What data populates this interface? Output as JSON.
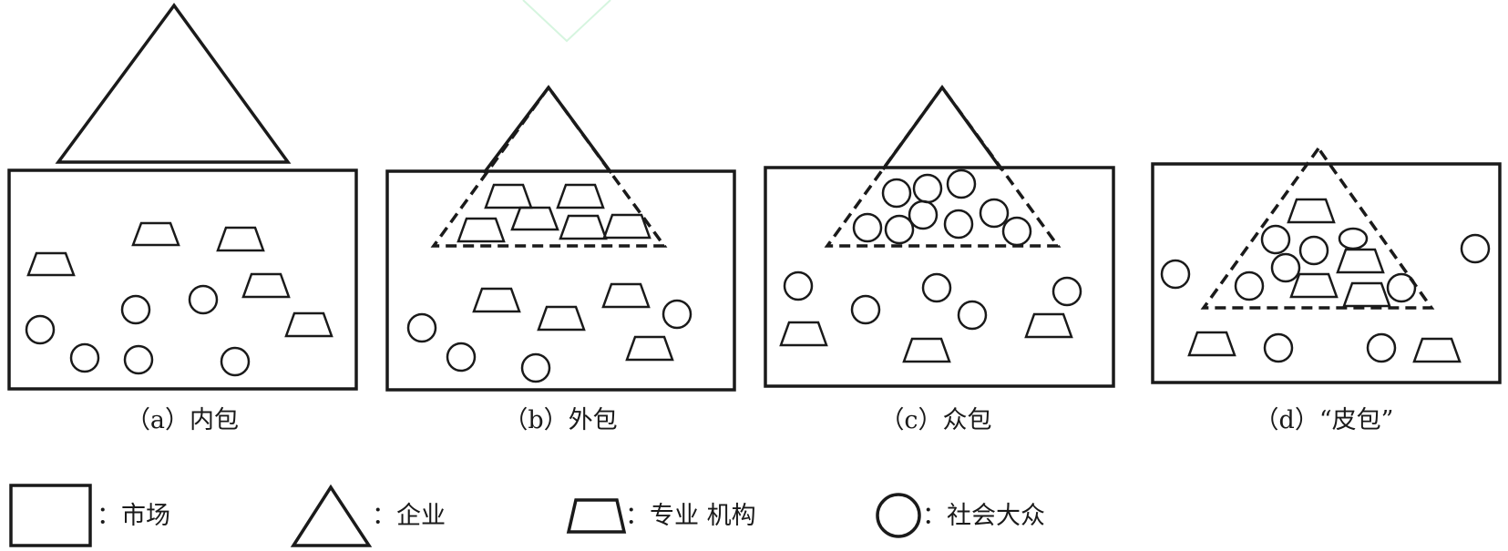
{
  "captions": {
    "a": "（a）内包",
    "b": "（b）外包",
    "c": "（c）众包",
    "d": "（d）“皮包”"
  },
  "legend": {
    "market": "：市场",
    "enterprise": "：企业",
    "institution": "：专业 机构",
    "public": "：社会大众"
  }
}
